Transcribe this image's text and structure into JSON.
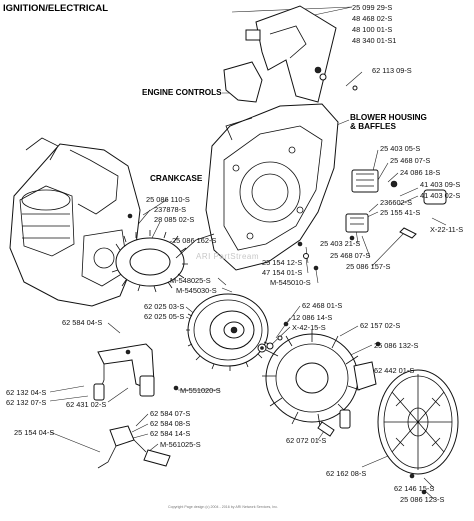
{
  "title": "IGNITION/ELECTRICAL",
  "watermark": "ARI PartStream",
  "footer": "Copyright Page design (c) 2004 - 2016 by ARI Network Services, Inc.",
  "sections": {
    "engine_controls": "ENGINE CONTROLS",
    "blower_housing": "BLOWER HOUSING\n& BAFFLES",
    "crankcase": "CRANKCASE"
  },
  "callouts": [
    "25 099 29-S",
    "48 468 02-S",
    "48 100 01-S",
    "48 340 01-S1",
    "62 113 09-S",
    "25 403 05-S",
    "25 468 07-S",
    "24 086 18-S",
    "41 403 09-S",
    "41 403 02-S",
    "236602-S",
    "25 155 41-S",
    "X-22-11-S",
    "25 403 21-S",
    "25 468 07-S",
    "25 086 157-S",
    "25 154 12-S",
    "47 154 01-S",
    "M-545010-S",
    "25 086 110-S",
    "237878-S",
    "28 085 02-S",
    "25 086 162-S",
    "M-548025-S",
    "M-545030-S",
    "62 025 03-S",
    "62 025 05-S",
    "62 468 01-S",
    "12 086 14-S",
    "X-42-15-S",
    "62 157 02-S",
    "62 584 04-S",
    "25 086 132-S",
    "62 442 01-S",
    "M-551020-S",
    "62 132 04-S",
    "62 132 07-S",
    "62 431 02-S",
    "62 584 07-S",
    "62 584 08-S",
    "62 584 14-S",
    "M-561025-S",
    "25 154 04-S",
    "62 072 01-S",
    "62 162 08-S",
    "62 146 15-S",
    "25 086 123-S"
  ]
}
